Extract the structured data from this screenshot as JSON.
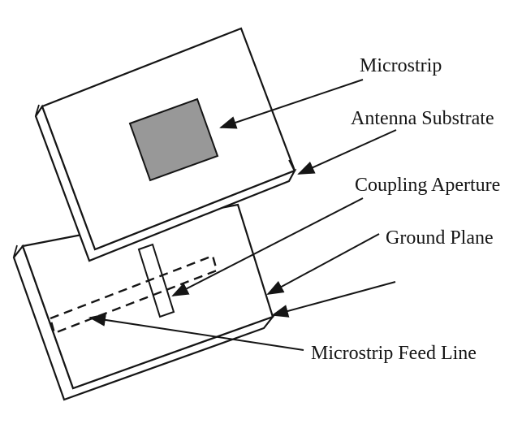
{
  "diagram": {
    "background_color": "#ffffff",
    "stroke_color": "#151515",
    "patch_fill_color": "#989898",
    "labels": {
      "microstrip": "Microstrip",
      "antenna_substrate": "Antenna Substrate",
      "coupling_aperture": "Coupling Aperture",
      "ground_plane": "Ground Plane",
      "microstrip_feed_line": "Microstrip Feed Line"
    }
  }
}
